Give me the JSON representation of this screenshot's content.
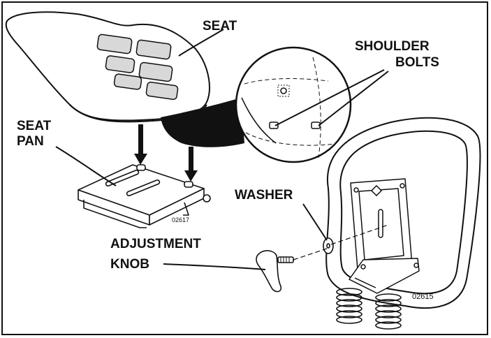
{
  "labels": {
    "seat": "SEAT",
    "shoulder_bolts_line1": "SHOULDER",
    "shoulder_bolts_line2": "BOLTS",
    "seat_pan_line1": "SEAT",
    "seat_pan_line2": "PAN",
    "washer": "WASHER",
    "adjustment_knob_line1": "ADJUSTMENT",
    "adjustment_knob_line2": "KNOB"
  },
  "figure_codes": {
    "pan": "02617",
    "seat_assembly": "02615"
  },
  "colors": {
    "ink": "#111111",
    "paper": "#ffffff",
    "shade": "#d8d8d8"
  }
}
